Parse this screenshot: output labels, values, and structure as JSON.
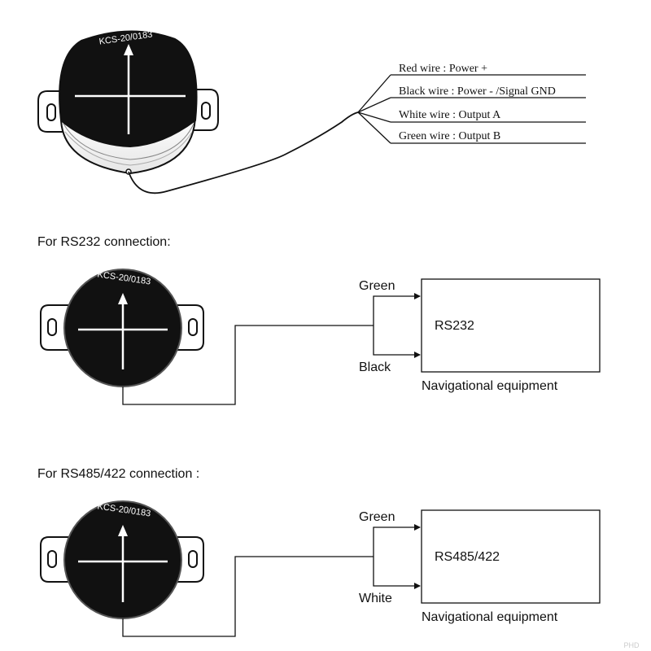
{
  "top": {
    "sensor_label": "KCS-20/0183",
    "wires": [
      {
        "label": "Red wire : Power +"
      },
      {
        "label": "Black wire : Power - /Signal GND"
      },
      {
        "label": "White wire : Output A"
      },
      {
        "label": "Green wire : Output B"
      }
    ]
  },
  "rs232": {
    "heading": "For  RS232 connection:",
    "sensor_label": "KCS-20/0183",
    "wire_top": "Green",
    "wire_bottom": "Black",
    "box_label": "RS232",
    "caption": "Navigational equipment"
  },
  "rs485": {
    "heading": "For RS485/422 connection :",
    "sensor_label": "KCS-20/0183",
    "wire_top": "Green",
    "wire_bottom": "White",
    "box_label": "RS485/422",
    "caption": "Navigational equipment"
  },
  "watermark": "PHD"
}
